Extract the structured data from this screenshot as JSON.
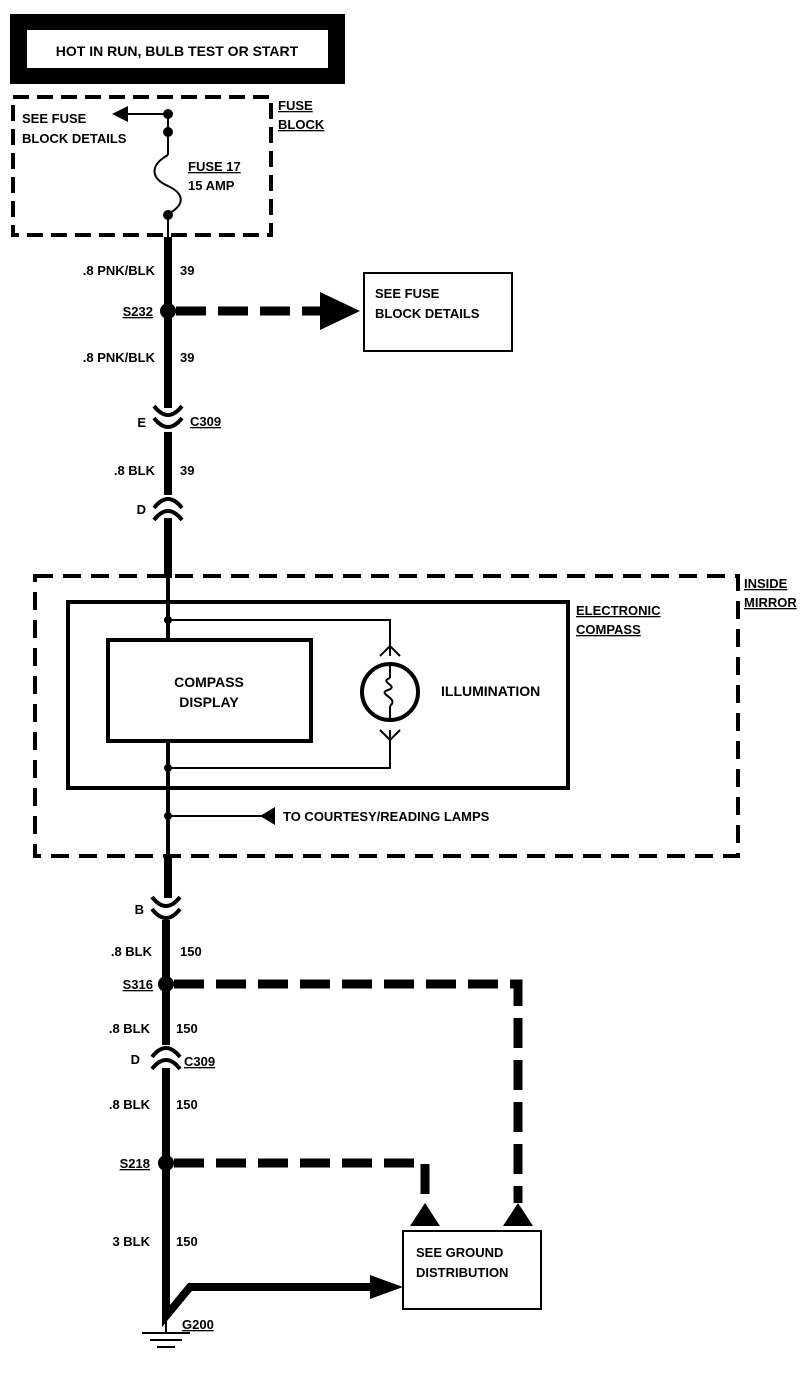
{
  "header": {
    "power_label": "HOT IN RUN, BULB TEST OR START"
  },
  "fuse_block": {
    "title_line1": "FUSE",
    "title_line2": "BLOCK",
    "see_line1": "SEE FUSE",
    "see_line2": "BLOCK DETAILS",
    "fuse_name": "FUSE 17",
    "fuse_rating": "15 AMP"
  },
  "wires": {
    "w1_gauge_color": ".8 PNK/BLK",
    "w1_circuit": "39",
    "w2_gauge_color": ".8 PNK/BLK",
    "w2_circuit": "39",
    "w3_gauge_color": ".8 BLK",
    "w3_circuit": "39",
    "w4_gauge_color": ".8 BLK",
    "w4_circuit": "150",
    "w5_gauge_color": ".8 BLK",
    "w5_circuit": "150",
    "w6_gauge_color": ".8 BLK",
    "w6_circuit": "150",
    "w7_gauge_color": "3 BLK",
    "w7_circuit": "150"
  },
  "splices": {
    "s232": "S232",
    "s316": "S316",
    "s218": "S218"
  },
  "connectors": {
    "upper_pin_e": "E",
    "upper_name": "C309",
    "upper_pin_d": "D",
    "lower_pin_b": "B",
    "lower_pin_d": "D",
    "lower_name": "C309"
  },
  "fuse_details_box": {
    "line1": "SEE FUSE",
    "line2": "BLOCK DETAILS"
  },
  "mirror": {
    "title_line1": "INSIDE",
    "title_line2": "MIRROR",
    "compass_title_line1": "ELECTRONIC",
    "compass_title_line2": "COMPASS",
    "display_line1": "COMPASS",
    "display_line2": "DISPLAY",
    "illumination": "ILLUMINATION",
    "courtesy": "TO COURTESY/READING LAMPS"
  },
  "ground_box": {
    "line1": "SEE GROUND",
    "line2": "DISTRIBUTION"
  },
  "ground": {
    "name": "G200"
  }
}
